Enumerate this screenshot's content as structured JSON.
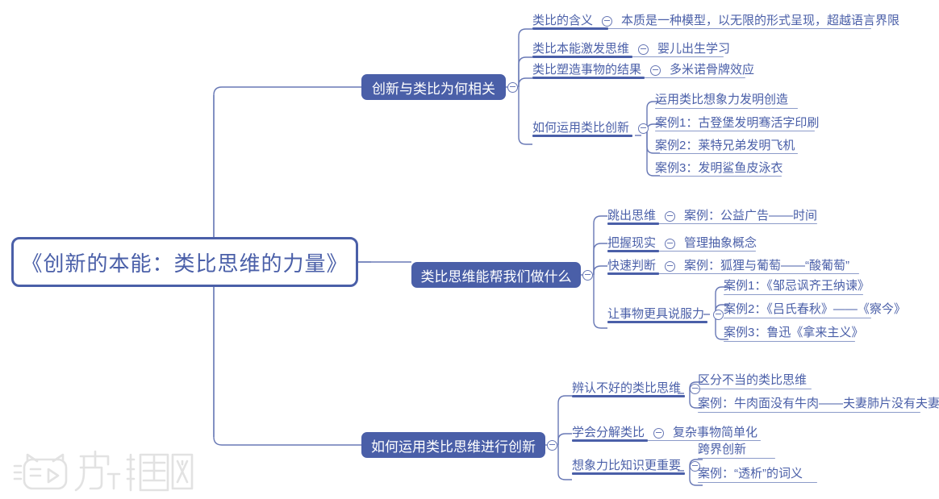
{
  "meta": {
    "title": "《创新的本能：类比思维的力量》",
    "type": "mindmap",
    "accent_color": "#4A5FA8",
    "node_text_color": "#4A5FA8",
    "filled_node_text_color": "#FFFFFF",
    "background": "#FFFFFF",
    "watermark_text": "虎课网"
  },
  "root": {
    "label": "《创新的本能：类比思维的力量》"
  },
  "branches": [
    {
      "id": "branch-1",
      "label": "创新与类比为何相关",
      "toggle_icon": "collapse-minus-icon",
      "children": [
        {
          "label": "类比的含义",
          "toggle_icon": "collapse-minus-icon",
          "detail": "本质是一种模型，以无限的形式呈现，超越语言界限",
          "children": []
        },
        {
          "label": "类比本能激发思维",
          "toggle_icon": "collapse-minus-icon",
          "detail": "婴儿出生学习",
          "children": []
        },
        {
          "label": "类比塑造事物的结果",
          "toggle_icon": "collapse-minus-icon",
          "detail": "多米诺骨牌效应",
          "children": []
        },
        {
          "label": "如何运用类比创新",
          "toggle_icon": "collapse-minus-icon",
          "detail": "",
          "children": [
            {
              "label": "运用类比想象力发明创造"
            },
            {
              "label": "案例1：古登堡发明骞活字印刷"
            },
            {
              "label": "案例2：莱特兄弟发明飞机"
            },
            {
              "label": "案例3：发明鲨鱼皮泳衣"
            }
          ]
        }
      ]
    },
    {
      "id": "branch-2",
      "label": "类比思维能帮我们做什么",
      "toggle_icon": "collapse-minus-icon",
      "children": [
        {
          "label": "跳出思维",
          "toggle_icon": "collapse-minus-icon",
          "detail": "案例：公益广告——时间",
          "children": []
        },
        {
          "label": "把握现实",
          "toggle_icon": "collapse-minus-icon",
          "detail": "管理抽象概念",
          "children": []
        },
        {
          "label": "快速判断",
          "toggle_icon": "collapse-minus-icon",
          "detail": "案例：狐狸与葡萄——“酸葡萄”",
          "children": []
        },
        {
          "label": "让事物更具说服力",
          "toggle_icon": "collapse-minus-icon",
          "detail": "",
          "children": [
            {
              "label": "案例1：《邹忌讽齐王纳谏》"
            },
            {
              "label": "案例2：《吕氏春秋》——《察今》"
            },
            {
              "label": "案例3：鲁迅《拿来主义》"
            }
          ]
        }
      ]
    },
    {
      "id": "branch-3",
      "label": "如何运用类比思维进行创新",
      "toggle_icon": "collapse-minus-icon",
      "children": [
        {
          "label": "辨认不好的类比思维",
          "toggle_icon": "collapse-minus-icon",
          "detail": "",
          "children": [
            {
              "label": "区分不当的类比思维"
            },
            {
              "label": "案例：牛肉面没有牛肉——夫妻肺片没有夫妻"
            }
          ]
        },
        {
          "label": "学会分解类比",
          "toggle_icon": "collapse-minus-icon",
          "detail": "复杂事物简单化",
          "children": []
        },
        {
          "label": "想象力比知识更重要",
          "toggle_icon": "collapse-minus-icon",
          "detail": "",
          "children": [
            {
              "label": "跨界创新"
            },
            {
              "label": "案例：“透析”的词义"
            }
          ]
        }
      ]
    }
  ]
}
